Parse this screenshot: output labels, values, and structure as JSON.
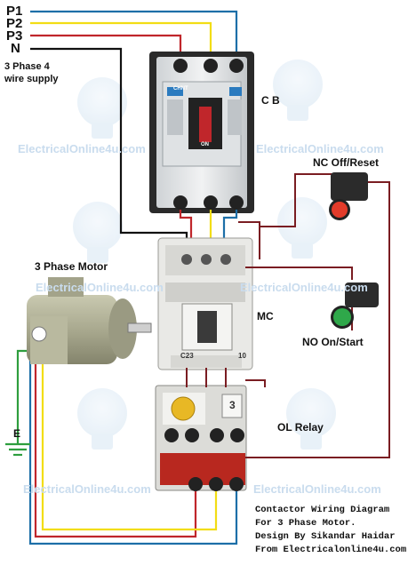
{
  "supply": {
    "phase_labels": [
      "P1",
      "P2",
      "P3",
      "N"
    ],
    "description": "3 Phase 4\nwire supply"
  },
  "components": {
    "breaker": "C B",
    "nc_button": "NC Off/Reset",
    "motor": "3 Phase Motor",
    "contactor": "MC",
    "no_button": "NO  On/Start",
    "overload": "OL Relay",
    "earth": "E"
  },
  "device_marks": {
    "breaker_brand": "CHNT",
    "breaker_on": "ON",
    "contactor_left": "C23",
    "contactor_right": "10",
    "overload_window": "3"
  },
  "watermark": "ElectricalOnline4u.com",
  "credit": {
    "lines": [
      "Contactor Wiring Diagram",
      "For 3 Phase Motor.",
      "Design By Sikandar Haidar",
      "From Electricalonline4u.com"
    ]
  },
  "colors": {
    "p1": "#c0262b",
    "p2": "#f2dd14",
    "p3": "#1d6fa8",
    "neutral": "#111111",
    "control": "#7a1d22",
    "earth": "#2e9e3e",
    "watermark": "#c9dcee",
    "nc_button": "#e33b2a",
    "no_button": "#2fa84a"
  }
}
